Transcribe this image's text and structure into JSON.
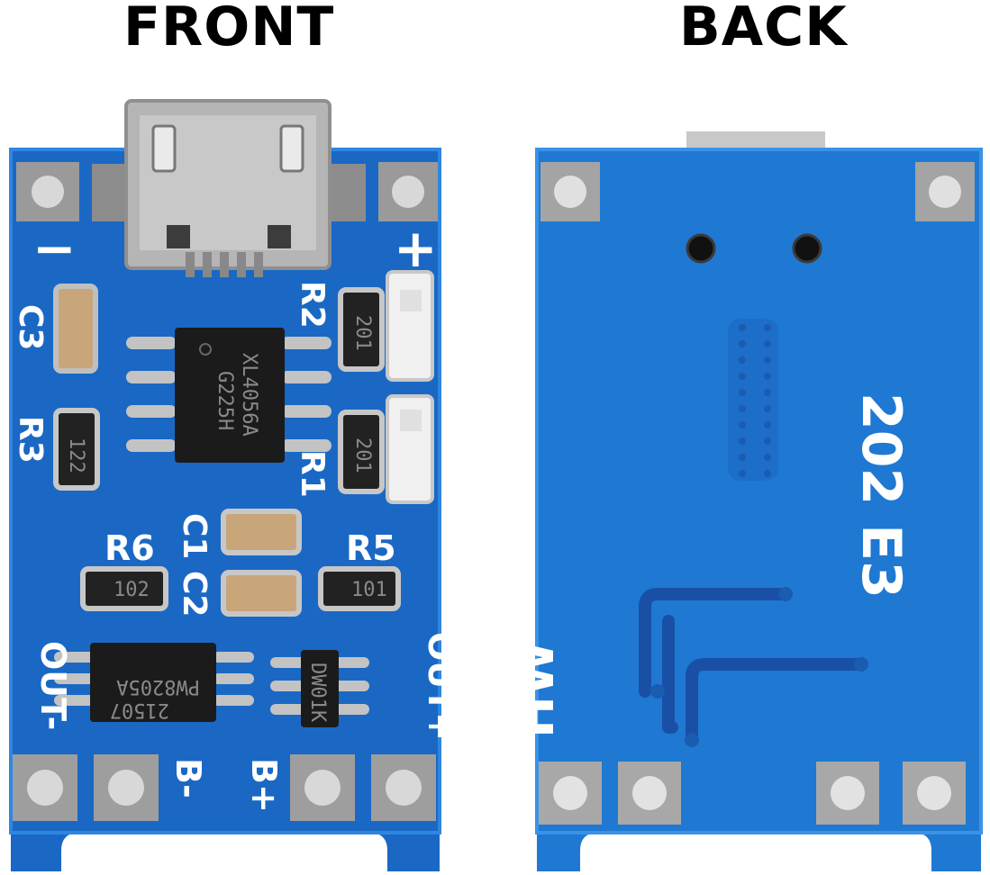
{
  "headings": {
    "front": "FRONT",
    "back": "BACK"
  },
  "front_labels": {
    "minus": "−",
    "plus": "+",
    "c3": "C3",
    "r2": "R2",
    "r3": "R3",
    "r1": "R1",
    "c1": "C1",
    "c2": "C2",
    "r6": "R6",
    "r5": "R5",
    "out_minus": "OUT-",
    "out_plus": "OUT+",
    "b_minus": "B-",
    "b_plus": "B+"
  },
  "front_markings": {
    "main_ic_line1": "XL4056A",
    "main_ic_line2": "G225H",
    "mosfet_line1": "21507",
    "mosfet_line2": "PW8205A",
    "protect_ic": "DW01K",
    "r2_code": "201",
    "r1_code": "201",
    "r3_code": "122",
    "r6_code": "102",
    "r5_code": "101"
  },
  "back_labels": {
    "board_code": "202 E3",
    "maker": "HW"
  },
  "colors": {
    "board": "#1a68c4",
    "board_back": "#1f78d2",
    "trace": "#1950a6",
    "pad": "#b9b9b9",
    "silk": "#ffffff"
  }
}
